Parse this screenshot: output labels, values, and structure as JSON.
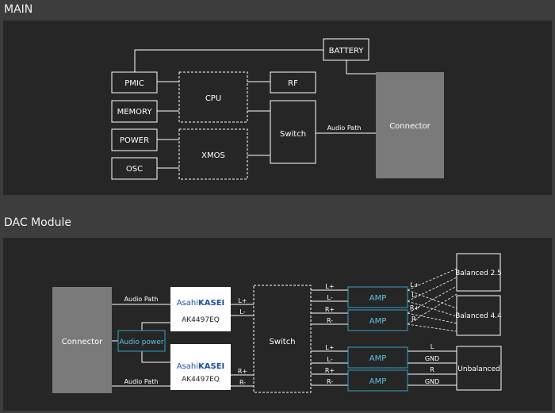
{
  "main": {
    "title": "MAIN",
    "blocks": {
      "battery": "BATTERY",
      "pmic": "PMIC",
      "memory": "MEMORY",
      "power": "POWER",
      "osc": "OSC",
      "cpu": "CPU",
      "xmos": "XMOS",
      "rf": "RF",
      "switch": "Switch",
      "connector": "Connector"
    },
    "labels": {
      "audio_path": "Audio Path"
    }
  },
  "dac": {
    "title": "DAC Module",
    "blocks": {
      "connector": "Connector",
      "audio_power": "Audio power",
      "dac_brand_prefix": "Asahi",
      "dac_brand_suffix": "KASEI",
      "dac_model": "AK4497EQ",
      "switch": "Switch",
      "amp": "AMP",
      "balanced_25": "Balanced 2.5",
      "balanced_44": "Balanced 4.4",
      "unbalanced": "Unbalanced"
    },
    "labels": {
      "audio_path": "Audio Path",
      "l_plus": "L+",
      "l_minus": "L-",
      "r_plus": "R+",
      "r_minus": "R-",
      "l": "L",
      "r": "R",
      "gnd": "GND"
    },
    "colors": {
      "accent": "#2ea3c7",
      "kasei_blue": "#1d4f9c"
    }
  }
}
